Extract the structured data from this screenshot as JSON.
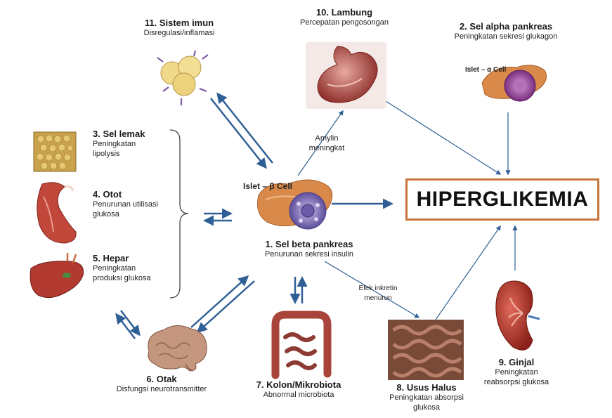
{
  "center": {
    "islet_label": "Islet – β Cell",
    "title": "1. Sel beta pankreas",
    "desc": "Penurunan sekresi insulin"
  },
  "outcome": {
    "label": "HIPERGLIKEMIA"
  },
  "nodes": {
    "alpha": {
      "title": "2. Sel alpha pankreas",
      "desc": "Peningkatan sekresi glukagon",
      "image_label": "Islet – α Cell"
    },
    "fat": {
      "title": "3. Sel lemak",
      "desc1": "Peningkatan",
      "desc2": "lipolysis"
    },
    "muscle": {
      "title": "4. Otot",
      "desc1": "Penurunan utilisasi",
      "desc2": "glukosa"
    },
    "liver": {
      "title": "5. Hepar",
      "desc1": "Peningkatan",
      "desc2": "produksi glukosa"
    },
    "brain": {
      "title": "6. Otak",
      "desc": "Disfungsi neurotransmitter"
    },
    "colon": {
      "title": "7. Kolon/Mikrobiota",
      "desc": "Abnormal microbiota"
    },
    "intestine": {
      "title": "8. Usus Halus",
      "desc1": "Peningkatan absorpsi",
      "desc2": "glukosa"
    },
    "kidney": {
      "title": "9. Ginjal",
      "desc1": "Peningkatan",
      "desc2": "reabsorpsi glukosa"
    },
    "stomach": {
      "title": "10. Lambung",
      "desc": "Percepatan pengosongan"
    },
    "immune": {
      "title": "11. Sistem imun",
      "desc": "Disregulasi/inflamasi"
    }
  },
  "edge_labels": {
    "amylin_1": "Amylin",
    "amylin_2": "meningkat",
    "incretin_1": "Efek inkretin",
    "incretin_2": "menurun"
  },
  "colors": {
    "arrow": "#2f5f95",
    "box_border": "#c8743a",
    "pancreas": "#d98a4a",
    "beta_cell": "#7d6bb3",
    "alpha_cell": "#8a3f8f",
    "organ_red": "#b23a30",
    "fat": "#c9a24b",
    "brain": "#b88a74"
  }
}
